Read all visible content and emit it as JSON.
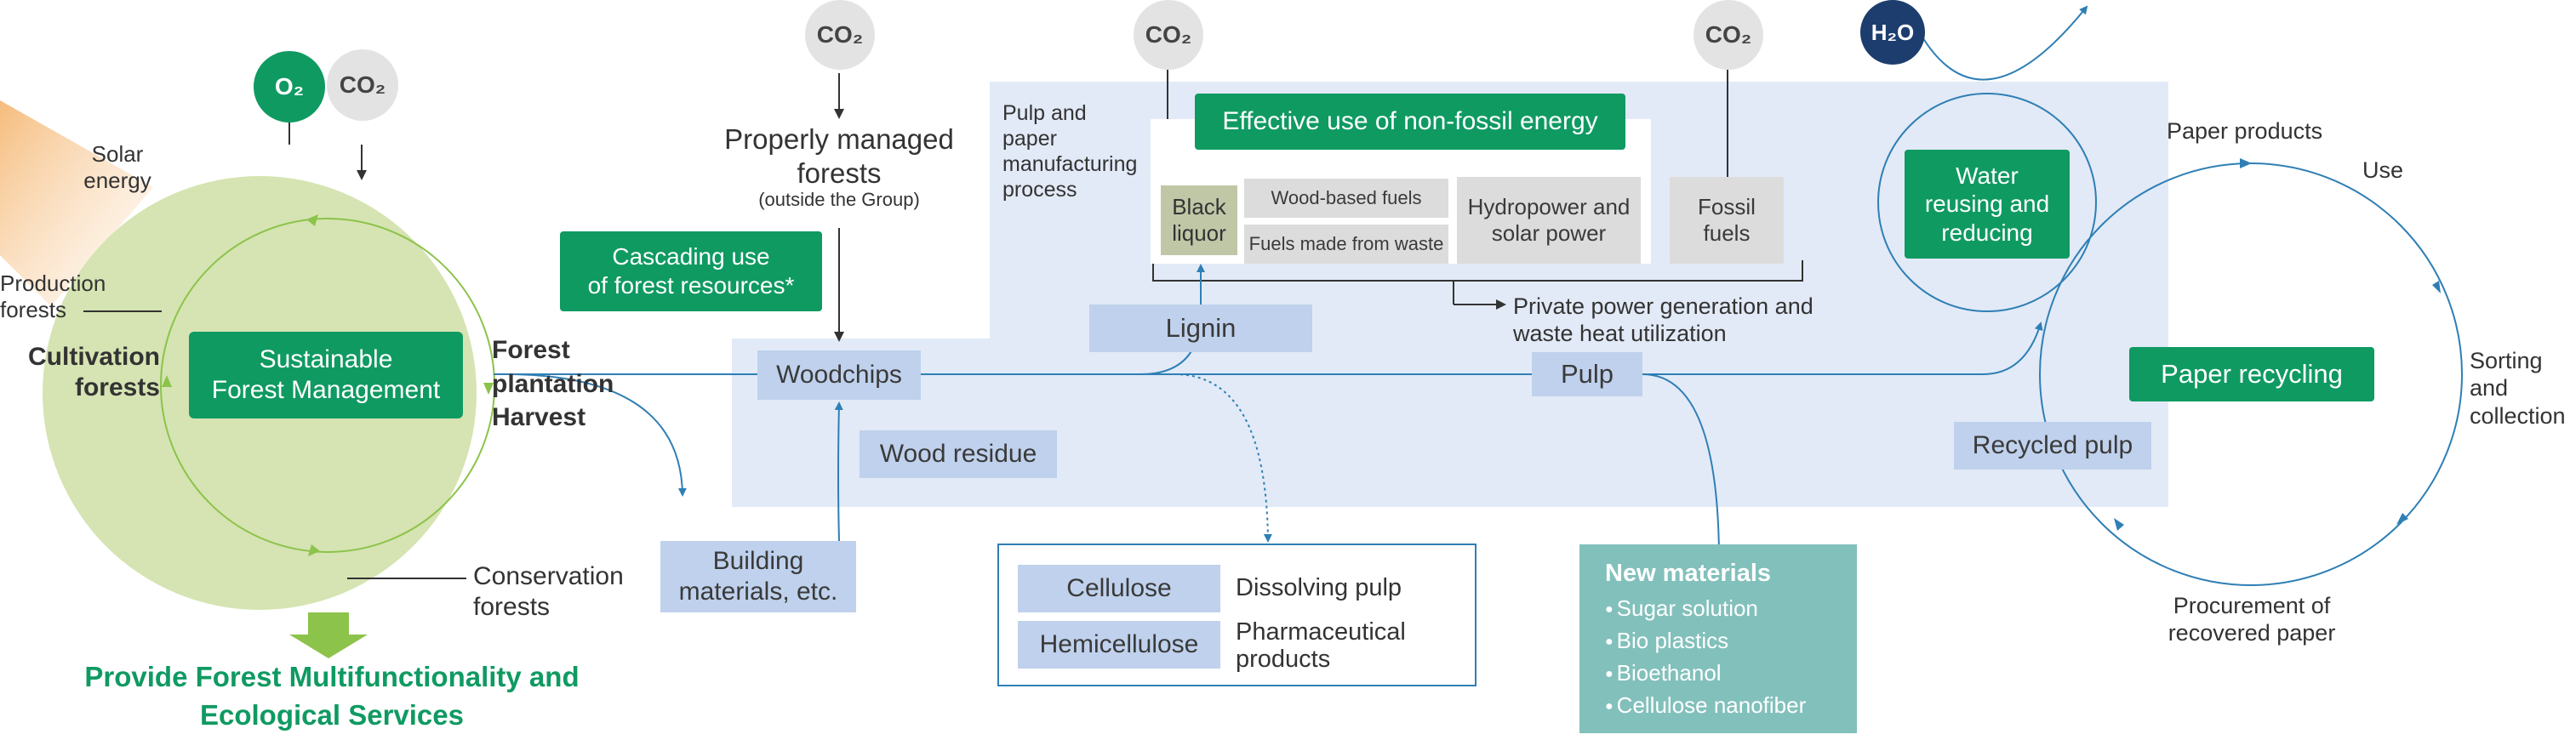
{
  "colors": {
    "accent_green": "#0f9a62",
    "light_green_circle": "#d5e4b2",
    "light_blue_panel": "#e2eaf7",
    "label_blue": "#bfd1ec",
    "line_blue": "#2f7fb5",
    "teal": "#82c0bb",
    "h2o_navy": "#1d3d6e"
  },
  "bubbles": {
    "o2": "O₂",
    "co2": "CO₂",
    "h2o": "H₂O"
  },
  "forest": {
    "solar_energy": "Solar\nenergy",
    "production_forests": "Production\nforests",
    "cultivation_forests": "Cultivation\nforests",
    "sustainable_forest_management": "Sustainable\nForest Management",
    "forest_plantation_harvest": "Forest\nplantation\nHarvest",
    "conservation_forests": "Conservation\nforests",
    "provide_services": "Provide Forest Multifunctionality and\nEcological Services"
  },
  "supply": {
    "properly_managed_forests": "Properly managed\nforests",
    "outside_group": "(outside the Group)",
    "cascading_use": "Cascading use\nof forest resources*",
    "woodchips": "Woodchips",
    "wood_residue": "Wood residue",
    "building_materials": "Building\nmaterials, etc."
  },
  "mill": {
    "process_label": "Pulp and\npaper\nmanufacturing\nprocess",
    "effective_energy": "Effective use of non-fossil energy",
    "black_liquor": "Black\nliquor",
    "wood_based_fuels": "Wood-based fuels",
    "fuels_from_waste": "Fuels made from waste",
    "hydropower_solar": "Hydropower and\nsolar power",
    "fossil_fuels": "Fossil\nfuels",
    "private_power": "Private power generation and\nwaste heat utilization",
    "lignin": "Lignin",
    "pulp": "Pulp",
    "water_reusing": "Water\nreusing and\nreducing",
    "recycled_pulp": "Recycled pulp"
  },
  "cellulose_table": {
    "rows": [
      {
        "label": "Cellulose",
        "desc": "Dissolving pulp"
      },
      {
        "label": "Hemicellulose",
        "desc": "Pharmaceutical\nproducts"
      }
    ]
  },
  "new_materials": {
    "title": "New materials",
    "items": [
      "Sugar solution",
      "Bio plastics",
      "Bioethanol",
      "Cellulose nanofiber"
    ]
  },
  "recycling": {
    "paper_recycling": "Paper recycling",
    "paper_products": "Paper products",
    "use": "Use",
    "sorting": "Sorting\nand\ncollection",
    "procurement": "Procurement of\nrecovered paper"
  }
}
